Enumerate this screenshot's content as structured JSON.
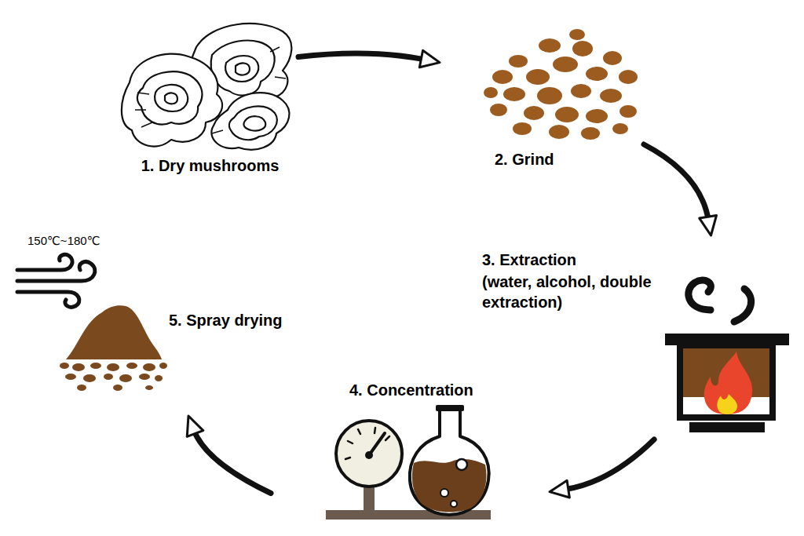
{
  "diagram": {
    "nodes": [
      {
        "text": [
          "1. Dry mushrooms"
        ]
      },
      {
        "text": [
          "2. Grind"
        ]
      },
      {
        "text": [
          "3. Extraction",
          "(water, alcohol, double extraction)"
        ]
      },
      {
        "text": [
          "4. Concentration"
        ]
      },
      {
        "text": [
          "5. Spray drying"
        ]
      }
    ],
    "edges": [
      {
        "from": 0,
        "to": 1,
        "arrow": "to"
      },
      {
        "from": 1,
        "to": 2,
        "arrow": "to"
      },
      {
        "from": 2,
        "to": 3,
        "arrow": "to"
      },
      {
        "from": 3,
        "to": 4,
        "arrow": "to"
      }
    ],
    "labels": [
      "150℃~180℃"
    ]
  }
}
